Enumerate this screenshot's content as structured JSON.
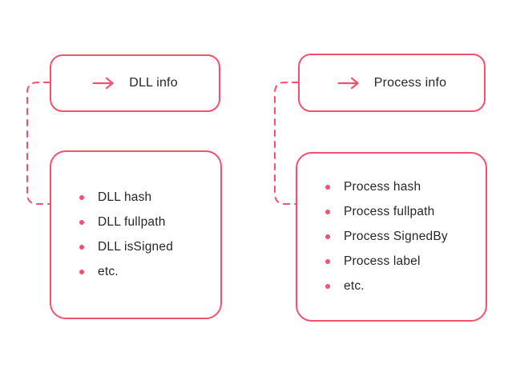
{
  "palette": {
    "accent": "#f5506e",
    "text": "#262626",
    "background": "#ffffff"
  },
  "icons": {
    "header_icon": "arrow-right-icon",
    "bullet_icon": "dot-icon"
  },
  "cards": [
    {
      "id": "dll",
      "header": {
        "label": "DLL info"
      },
      "items": [
        "DLL hash",
        "DLL fullpath",
        "DLL isSigned",
        "etc."
      ]
    },
    {
      "id": "process",
      "header": {
        "label": "Process info"
      },
      "items": [
        "Process hash",
        "Process fullpath",
        "Process SignedBy",
        "Process label",
        "etc."
      ]
    }
  ]
}
